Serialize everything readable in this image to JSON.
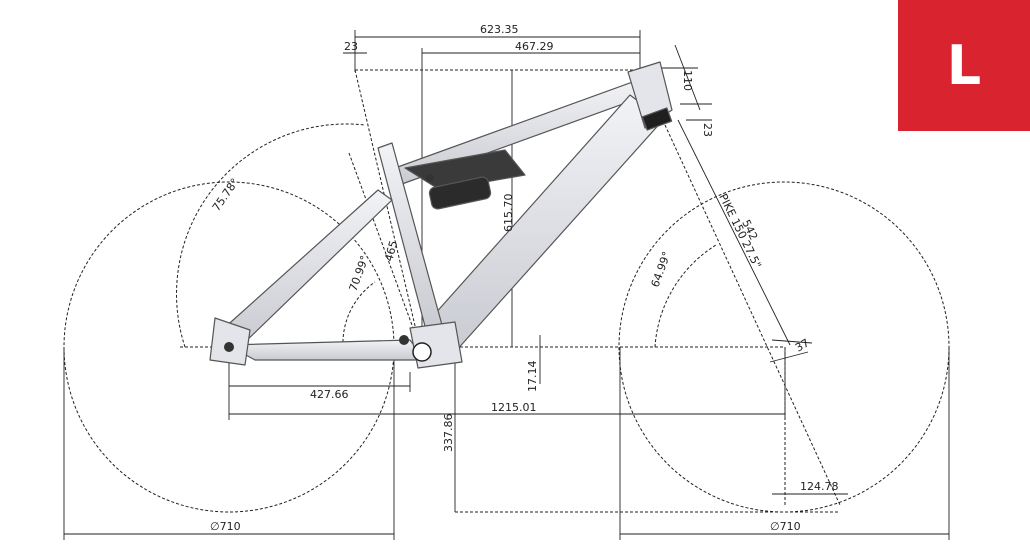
{
  "size_label": "L",
  "dimensions": {
    "reach_top": "623.35",
    "reach_inner": "467.29",
    "seat_offset": "23",
    "head_tube": "110",
    "headset_stack": "23",
    "seat_angle": "75.78°",
    "seat_angle_inner": "70.99°",
    "seat_tube": "465",
    "stack": "615.70",
    "fork_length": "542",
    "fork_model": "PIKE 150 27.5\"",
    "head_angle": "64.99°",
    "fork_offset": "37",
    "chainstay": "427.66",
    "bb_drop": "17.14",
    "wheelbase": "1215.01",
    "bb_height": "337.86",
    "trail": "124.78",
    "rear_wheel": "∅710",
    "front_wheel": "∅710"
  },
  "colors": {
    "badge": "#d9232e",
    "frame": "#d7d8dd",
    "shock": "#2b2b2b"
  }
}
